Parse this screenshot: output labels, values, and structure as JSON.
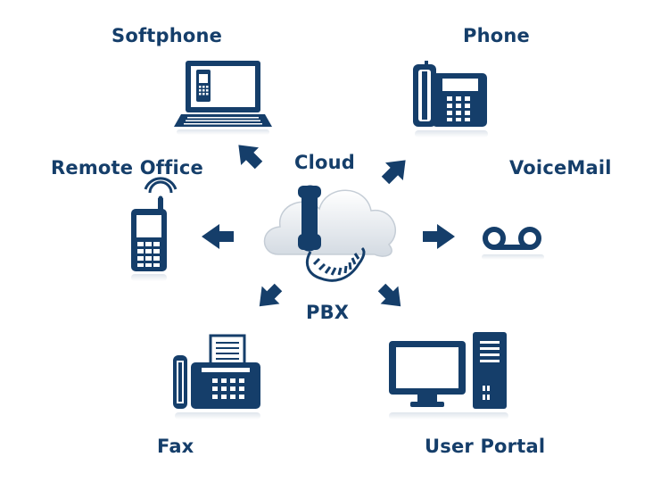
{
  "labels": {
    "softphone": "Softphone",
    "phone": "Phone",
    "remote_office": "Remote Office",
    "voicemail": "VoiceMail",
    "cloud": "Cloud",
    "pbx": "PBX",
    "fax": "Fax",
    "user_portal": "User Portal"
  },
  "colors": {
    "primary": "#153e6a",
    "cloud_fill": "#e9edf1",
    "reflection": "#e6ebf0"
  },
  "icons": [
    "laptop-icon",
    "desk-phone-icon",
    "mobile-phone-icon",
    "voicemail-icon",
    "cloud-pbx-icon",
    "fax-icon",
    "desktop-computer-icon"
  ]
}
